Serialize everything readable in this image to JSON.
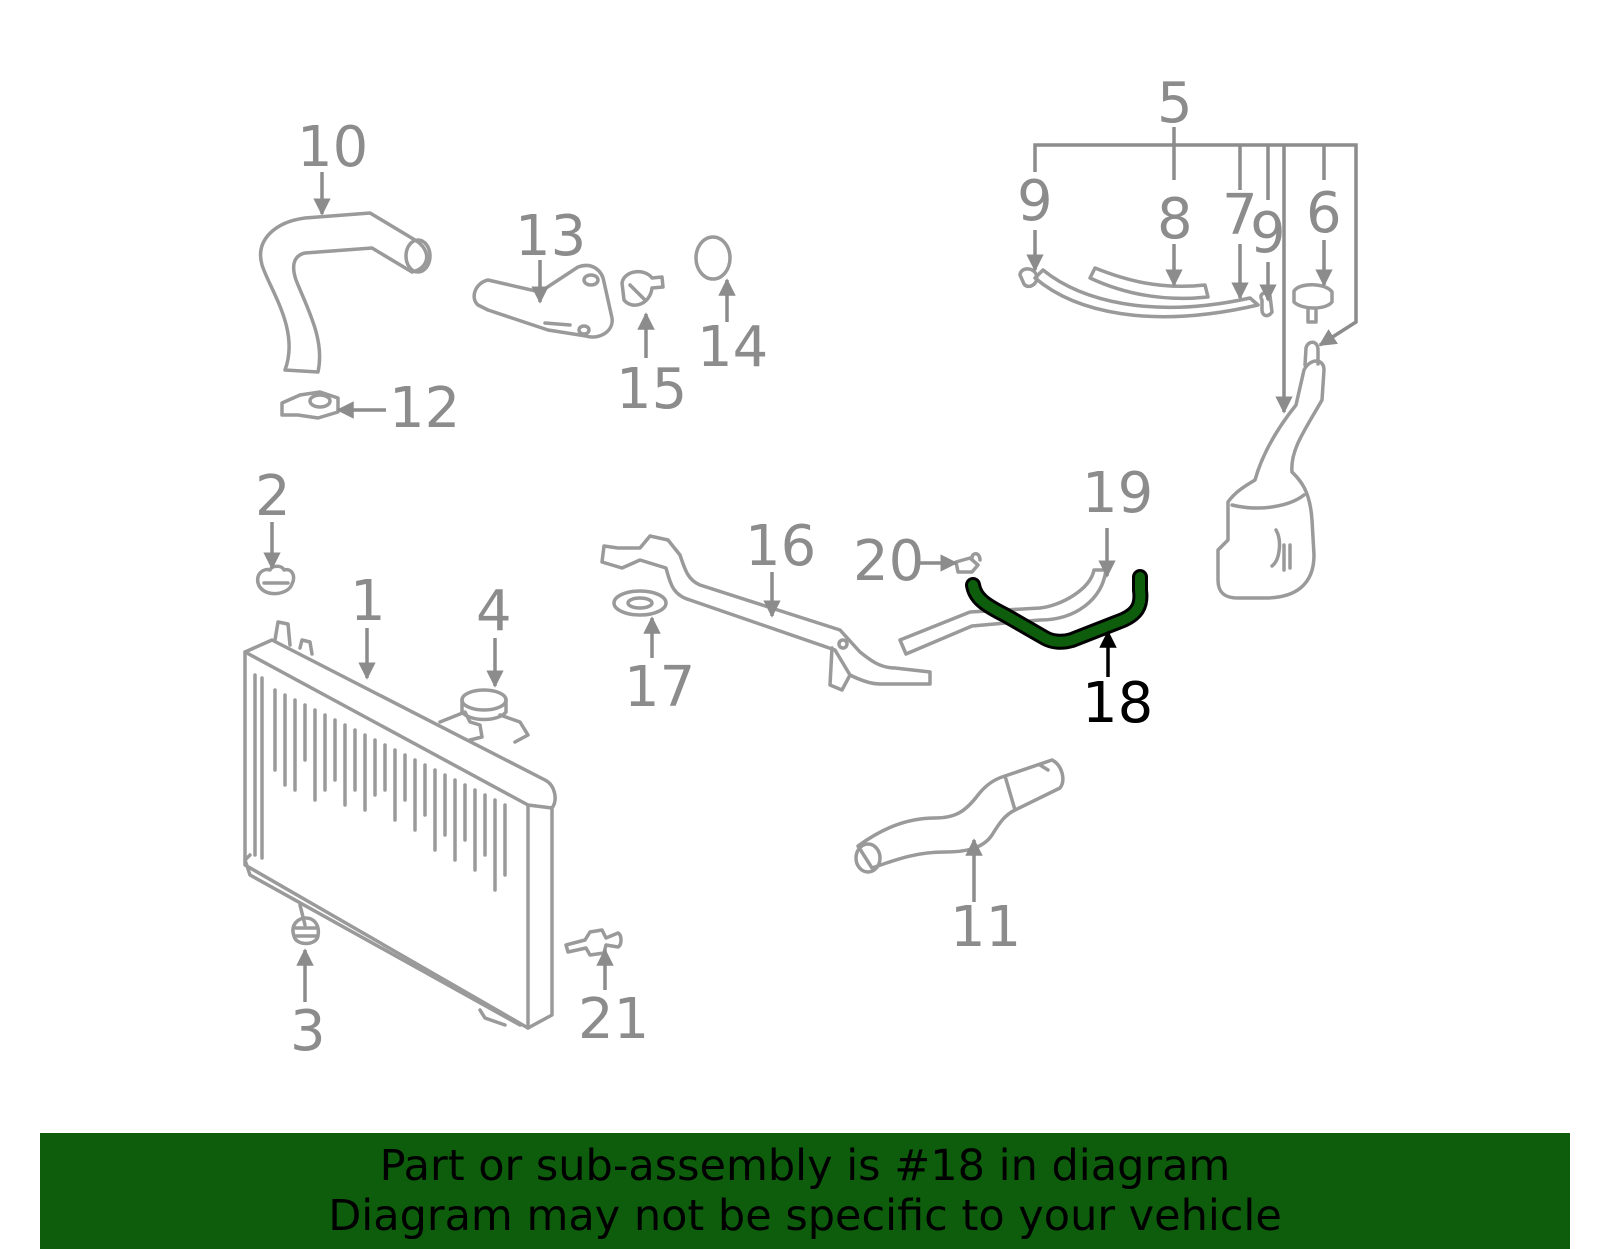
{
  "callouts": {
    "c1": "1",
    "c2": "2",
    "c3": "3",
    "c4": "4",
    "c5": "5",
    "c6": "6",
    "c7": "7",
    "c8": "8",
    "c9a": "9",
    "c9b": "9",
    "c10": "10",
    "c11": "11",
    "c12": "12",
    "c13": "13",
    "c14": "14",
    "c15": "15",
    "c16": "16",
    "c17": "17",
    "c18": "18",
    "c19": "19",
    "c20": "20",
    "c21": "21"
  },
  "highlight": {
    "part": "18",
    "color": "#0d5d0d"
  },
  "banner": {
    "line1": "Part or sub-assembly is #18 in diagram",
    "line2": "Diagram may not be specific to your vehicle"
  }
}
